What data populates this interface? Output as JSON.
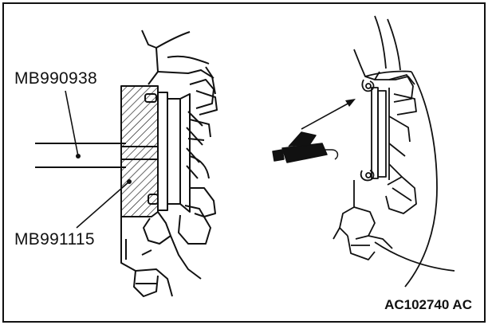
{
  "callouts": {
    "tool_upper": "MB990938",
    "tool_lower": "MB991115"
  },
  "figure_id": "AC102740 AC",
  "colors": {
    "ink": "#111111",
    "background": "#ffffff"
  },
  "icons": [
    "grease-gun-icon"
  ]
}
